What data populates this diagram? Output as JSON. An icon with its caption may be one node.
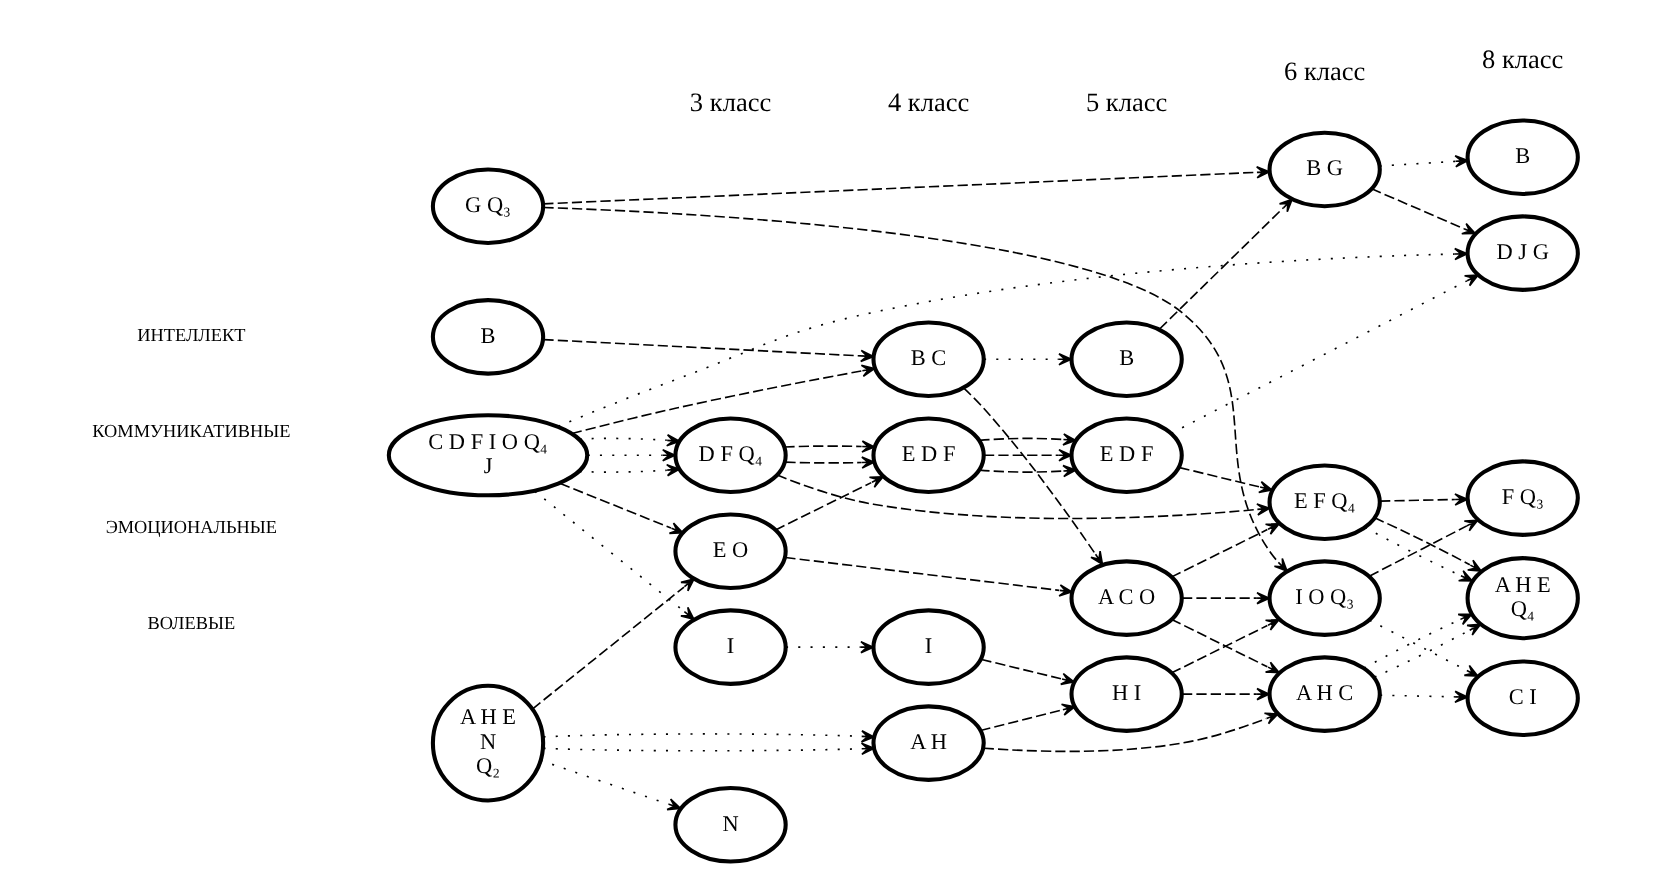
{
  "diagram": {
    "nodes": [
      {
        "text": [
          "B"
        ]
      },
      {
        "text": [
          "A H E",
          "N",
          "Q₂"
        ]
      },
      {
        "text": [
          "C D F I O Q₄",
          "J"
        ]
      },
      {
        "text": [
          "G Q₃"
        ]
      },
      {
        "text": [
          "N"
        ]
      },
      {
        "text": [
          "E O"
        ]
      },
      {
        "text": [
          "D F Q₄"
        ]
      },
      {
        "text": [
          "I"
        ]
      },
      {
        "text": [
          "B C"
        ]
      },
      {
        "text": [
          "A H"
        ]
      },
      {
        "text": [
          "E D F"
        ]
      },
      {
        "text": [
          "I"
        ]
      },
      {
        "text": [
          "B"
        ]
      },
      {
        "text": [
          "E D F"
        ]
      },
      {
        "text": [
          "A C O"
        ]
      },
      {
        "text": [
          "H I"
        ]
      },
      {
        "text": [
          "B G"
        ]
      },
      {
        "text": [
          "A H C"
        ]
      },
      {
        "text": [
          "E F Q₄"
        ]
      },
      {
        "text": [
          "I O Q₃"
        ]
      },
      {
        "text": [
          "B"
        ]
      },
      {
        "text": [
          "A H E",
          "Q₄"
        ]
      },
      {
        "text": [
          "C I"
        ]
      },
      {
        "text": [
          "D J G"
        ]
      },
      {
        "text": [
          "F Q₃"
        ]
      }
    ],
    "edges": [
      {
        "from": 0,
        "to": 8,
        "arrow": "to",
        "style": "dashed"
      },
      {
        "from": 8,
        "to": 12,
        "arrow": "to"
      },
      {
        "from": 12,
        "to": 16,
        "arrow": "to",
        "style": "dashed"
      },
      {
        "from": 16,
        "to": 20,
        "arrow": "to"
      },
      {
        "from": 8,
        "to": 14,
        "arrow": "to",
        "style": "dashed"
      },
      {
        "from": 16,
        "to": 23,
        "arrow": "to",
        "style": "dashed"
      },
      {
        "from": 1,
        "to": 9,
        "arrow": "to"
      },
      {
        "from": 1,
        "to": 9,
        "arrow": "to"
      },
      {
        "from": 1,
        "to": 4,
        "arrow": "to"
      },
      {
        "from": 1,
        "to": 5,
        "arrow": "to",
        "style": "dashed"
      },
      {
        "from": 2,
        "to": 8,
        "arrow": "to",
        "style": "dashed"
      },
      {
        "from": 2,
        "to": 6,
        "arrow": "to"
      },
      {
        "from": 2,
        "to": 6,
        "arrow": "to"
      },
      {
        "from": 2,
        "to": 6,
        "arrow": "to"
      },
      {
        "from": 2,
        "to": 5,
        "arrow": "to",
        "style": "dashed"
      },
      {
        "from": 2,
        "to": 7,
        "arrow": "to"
      },
      {
        "from": 2,
        "to": 23,
        "arrow": "to"
      },
      {
        "from": 3,
        "to": 16,
        "arrow": "to",
        "style": "dashed"
      },
      {
        "from": 3,
        "to": 19,
        "arrow": "to",
        "style": "dashed"
      },
      {
        "from": 5,
        "to": 10,
        "arrow": "to",
        "style": "dashed"
      },
      {
        "from": 5,
        "to": 14,
        "arrow": "to",
        "style": "dashed"
      },
      {
        "from": 6,
        "to": 10,
        "arrow": "to",
        "style": "dashed"
      },
      {
        "from": 6,
        "to": 10,
        "arrow": "to",
        "style": "dashed"
      },
      {
        "from": 6,
        "to": 18,
        "arrow": "to",
        "style": "dashed"
      },
      {
        "from": 7,
        "to": 11,
        "arrow": "to"
      },
      {
        "from": 11,
        "to": 15,
        "arrow": "to",
        "style": "dashed"
      },
      {
        "from": 9,
        "to": 15,
        "arrow": "to",
        "style": "dashed"
      },
      {
        "from": 9,
        "to": 17,
        "arrow": "to",
        "style": "dashed"
      },
      {
        "from": 10,
        "to": 13,
        "arrow": "to",
        "style": "dashed"
      },
      {
        "from": 10,
        "to": 13,
        "arrow": "to",
        "style": "dashed"
      },
      {
        "from": 10,
        "to": 13,
        "arrow": "to",
        "style": "dashed"
      },
      {
        "from": 13,
        "to": 23,
        "arrow": "to"
      },
      {
        "from": 13,
        "to": 18,
        "arrow": "to",
        "style": "dashed"
      },
      {
        "from": 14,
        "to": 17,
        "arrow": "to",
        "style": "dashed"
      },
      {
        "from": 14,
        "to": 18,
        "arrow": "to",
        "style": "dashed"
      },
      {
        "from": 14,
        "to": 19,
        "arrow": "to",
        "style": "dashed"
      },
      {
        "from": 15,
        "to": 17,
        "arrow": "to",
        "style": "dashed"
      },
      {
        "from": 15,
        "to": 19,
        "arrow": "to",
        "style": "dashed"
      },
      {
        "from": 17,
        "to": 21,
        "arrow": "to"
      },
      {
        "from": 17,
        "to": 21,
        "arrow": "to"
      },
      {
        "from": 18,
        "to": 21,
        "arrow": "to"
      },
      {
        "from": 18,
        "to": 21,
        "arrow": "to",
        "style": "dashed"
      },
      {
        "from": 18,
        "to": 24,
        "arrow": "to",
        "style": "dashed"
      },
      {
        "from": 17,
        "to": 22,
        "arrow": "to"
      },
      {
        "from": 19,
        "to": 22,
        "arrow": "to"
      },
      {
        "from": 19,
        "to": 24,
        "arrow": "to",
        "style": "dashed"
      }
    ],
    "labels": [
      "3 класс",
      "4 класс",
      "5 класс",
      "6 класс",
      "8 класс",
      "ИНТЕЛЛЕКТ",
      "КОММУНИКАТИВНЫЕ",
      "ЭМОЦИОНАЛЬНЫЕ",
      "ВОЛЕВЫЕ"
    ]
  }
}
